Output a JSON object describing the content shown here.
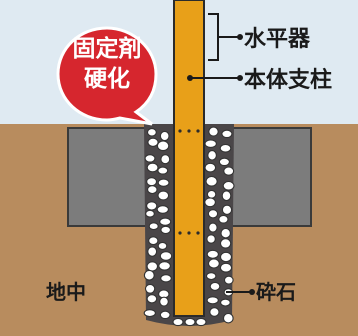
{
  "callout": {
    "line1": "固定剤",
    "line2": "硬化"
  },
  "labels": {
    "level": "水平器",
    "pillar": "本体支柱",
    "ground": "地中",
    "gravel": "砕石"
  },
  "colors": {
    "sky": "#dfeaf2",
    "soil": "#b88c5e",
    "concrete": "#7c7c7c",
    "hole": "#4a4648",
    "pillar": "#e8a019",
    "callout": "#d6262e",
    "stone_fill": "#ffffff",
    "stone_edge": "#333333"
  }
}
